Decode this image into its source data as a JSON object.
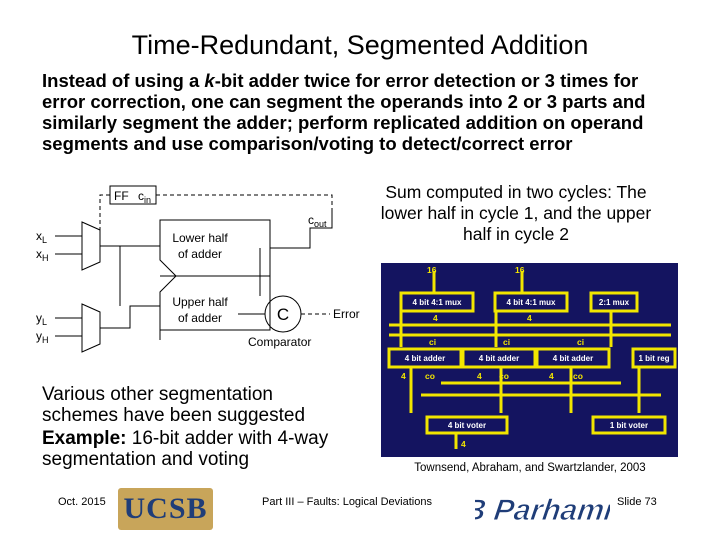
{
  "title": "Time-Redundant, Segmented Addition",
  "intro": {
    "p1": "Instead of using a ",
    "k": "k",
    "p2": "-bit adder twice for error detection or 3 times for error correction, one can segment the operands into 2 or 3 parts and similarly segment the adder; perform replicated addition on operand segments and use comparison/voting to detect/correct error"
  },
  "diagram": {
    "ff": "FF",
    "cin_base": "c",
    "cin_sub": "in",
    "cout_base": "c",
    "cout_sub": "out",
    "xl_base": "x",
    "xl_sub": "L",
    "xh_base": "x",
    "xh_sub": "H",
    "yl_base": "y",
    "yl_sub": "L",
    "yh_base": "y",
    "yh_sub": "H",
    "lower1": "Lower half",
    "lower2": "of adder",
    "upper1": "Upper half",
    "upper2": "of adder",
    "comparator_symbol": "C",
    "comparator_label": "Comparator",
    "error": "Error"
  },
  "cycles": "Sum computed in two cycles: The lower half in cycle 1, and the upper half in cycle 2",
  "photo": {
    "num16a": "16",
    "num16b": "16",
    "mux1": "4 bit 4:1 mux",
    "mux2": "4 bit 4:1 mux",
    "mux3": "2:1 mux",
    "w4a": "4",
    "w4b": "4",
    "ci1": "ci",
    "ci2": "ci",
    "ci3": "ci",
    "add1": "4 bit adder",
    "add2": "4 bit adder",
    "add3": "4 bit adder",
    "reg": "1 bit reg",
    "co1": "co",
    "co2": "co",
    "co3": "co",
    "w4c": "4",
    "w4d": "4",
    "w4e": "4",
    "voter4": "4 bit voter",
    "voter1": "1 bit voter",
    "w4f": "4"
  },
  "various": {
    "line1": "Various other segmentation schemes have been suggested",
    "example_bold": "Example:",
    "example_rest": " 16-bit adder with 4-way segmentation and voting"
  },
  "citation": "Townsend, Abraham, and Swartzlander, 2003",
  "footer": {
    "date": "Oct. 2015",
    "logo": "UCSB",
    "middle": "Part III – Faults: Logical Deviations",
    "signature": "B Parhami",
    "slide": "Slide 73"
  },
  "colors": {
    "photo_bg": "#141460",
    "photo_wire": "#f2e600",
    "photo_box": "#f2e600",
    "logo_bg": "#c8a55a",
    "logo_text": "#1f3d78",
    "signature": "#1f3d78"
  }
}
